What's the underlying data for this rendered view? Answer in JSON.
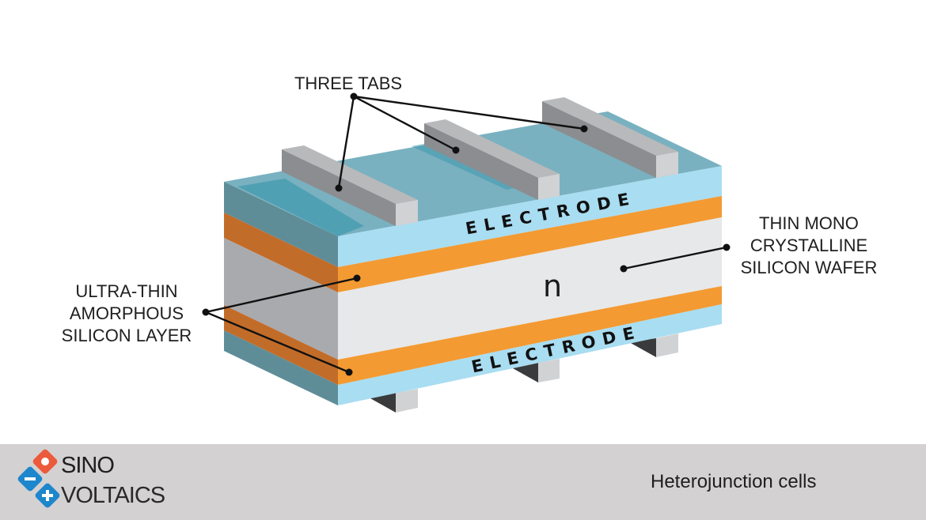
{
  "diagram": {
    "labels": {
      "three_tabs": "THREE TABS",
      "wafer": [
        "THIN MONO",
        "CRYSTALLINE",
        "SILICON WAFER"
      ],
      "amorphous": [
        "ULTRA-THIN",
        "AMORPHOUS",
        "SILICON LAYER"
      ],
      "electrode_top": "ELECTRODE",
      "electrode_bottom": "ELECTRODE",
      "n_type": "n"
    },
    "colors": {
      "electrode_front": "#a9ddf1",
      "amorphous_front": "#f39a33",
      "wafer_front": "#e7e8e9",
      "top_face": "#79b1c0",
      "tab": "#b8b9bb"
    }
  },
  "footer": {
    "brand_line1": "SINO",
    "brand_line2": "VOLTAICS",
    "caption": "Heterojunction cells"
  }
}
